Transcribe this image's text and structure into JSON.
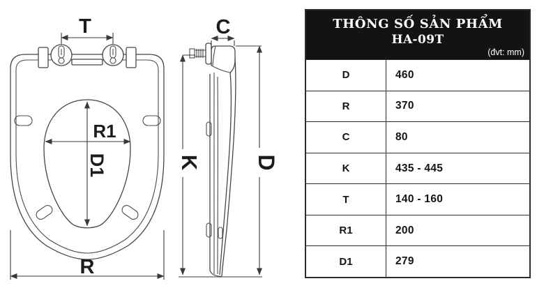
{
  "table": {
    "title_line1": "THÔNG SỐ SẢN PHẨM",
    "title_line2": "HA-09T",
    "unit_note": "(đvt: mm)",
    "header_bg": "#131313",
    "header_text_color": "#ffffff",
    "border_color": "#2b2b2b",
    "rows": [
      {
        "param": "D",
        "value": "460"
      },
      {
        "param": "R",
        "value": "370"
      },
      {
        "param": "C",
        "value": "80"
      },
      {
        "param": "K",
        "value": "435 - 445"
      },
      {
        "param": "T",
        "value": "140 - 160"
      },
      {
        "param": "R1",
        "value": "200"
      },
      {
        "param": "D1",
        "value": "279"
      }
    ]
  },
  "diagram": {
    "line_color": "#454545",
    "top_view": {
      "label_t": "T",
      "label_r1": "R1",
      "label_d1": "D1",
      "label_r": "R"
    },
    "side_view": {
      "label_c": "C",
      "label_k": "K",
      "label_d": "D"
    }
  }
}
